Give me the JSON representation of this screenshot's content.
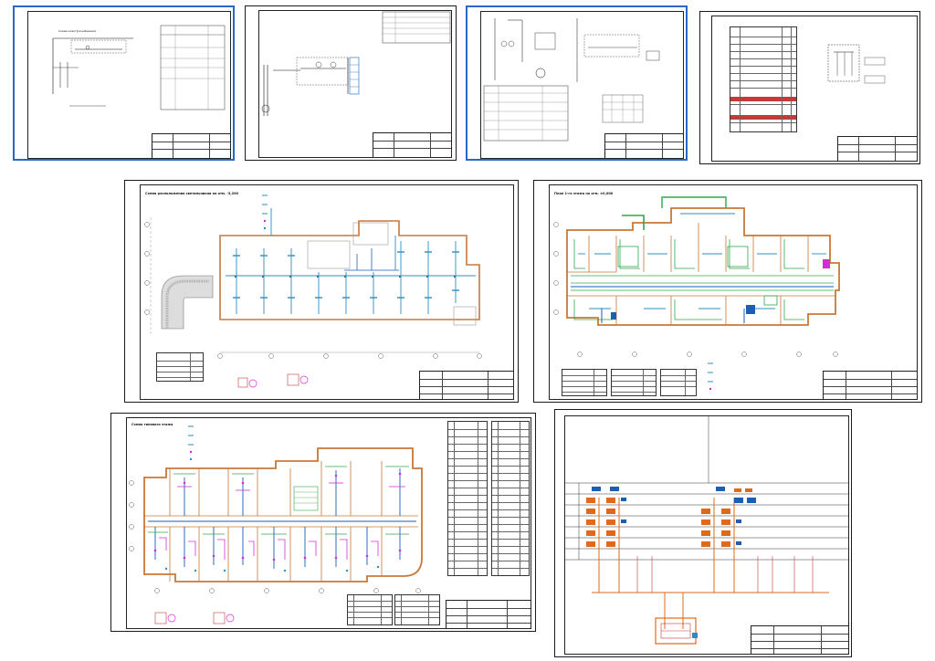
{
  "sheets": [
    {
      "id": "sheet-1",
      "title": "Схема электроснабжения"
    },
    {
      "id": "sheet-2",
      "title": ""
    },
    {
      "id": "sheet-3",
      "title": ""
    },
    {
      "id": "sheet-4",
      "title": ""
    },
    {
      "id": "sheet-5",
      "title": "Схема расположения светильников на отм. -3,200"
    },
    {
      "id": "sheet-6",
      "title": "План 1-го этажа на отм. ±0,000"
    },
    {
      "id": "sheet-7",
      "title": "Схема типового этажа"
    },
    {
      "id": "sheet-8",
      "title": ""
    }
  ],
  "colors": {
    "selection": "#2b66c9",
    "wall": "#c7783a",
    "lighting": "#2a8fbf",
    "power": "#2fa84a",
    "panel": "#d22fd2",
    "highlight": "#c43a3a",
    "riser": "#e06a1a"
  }
}
